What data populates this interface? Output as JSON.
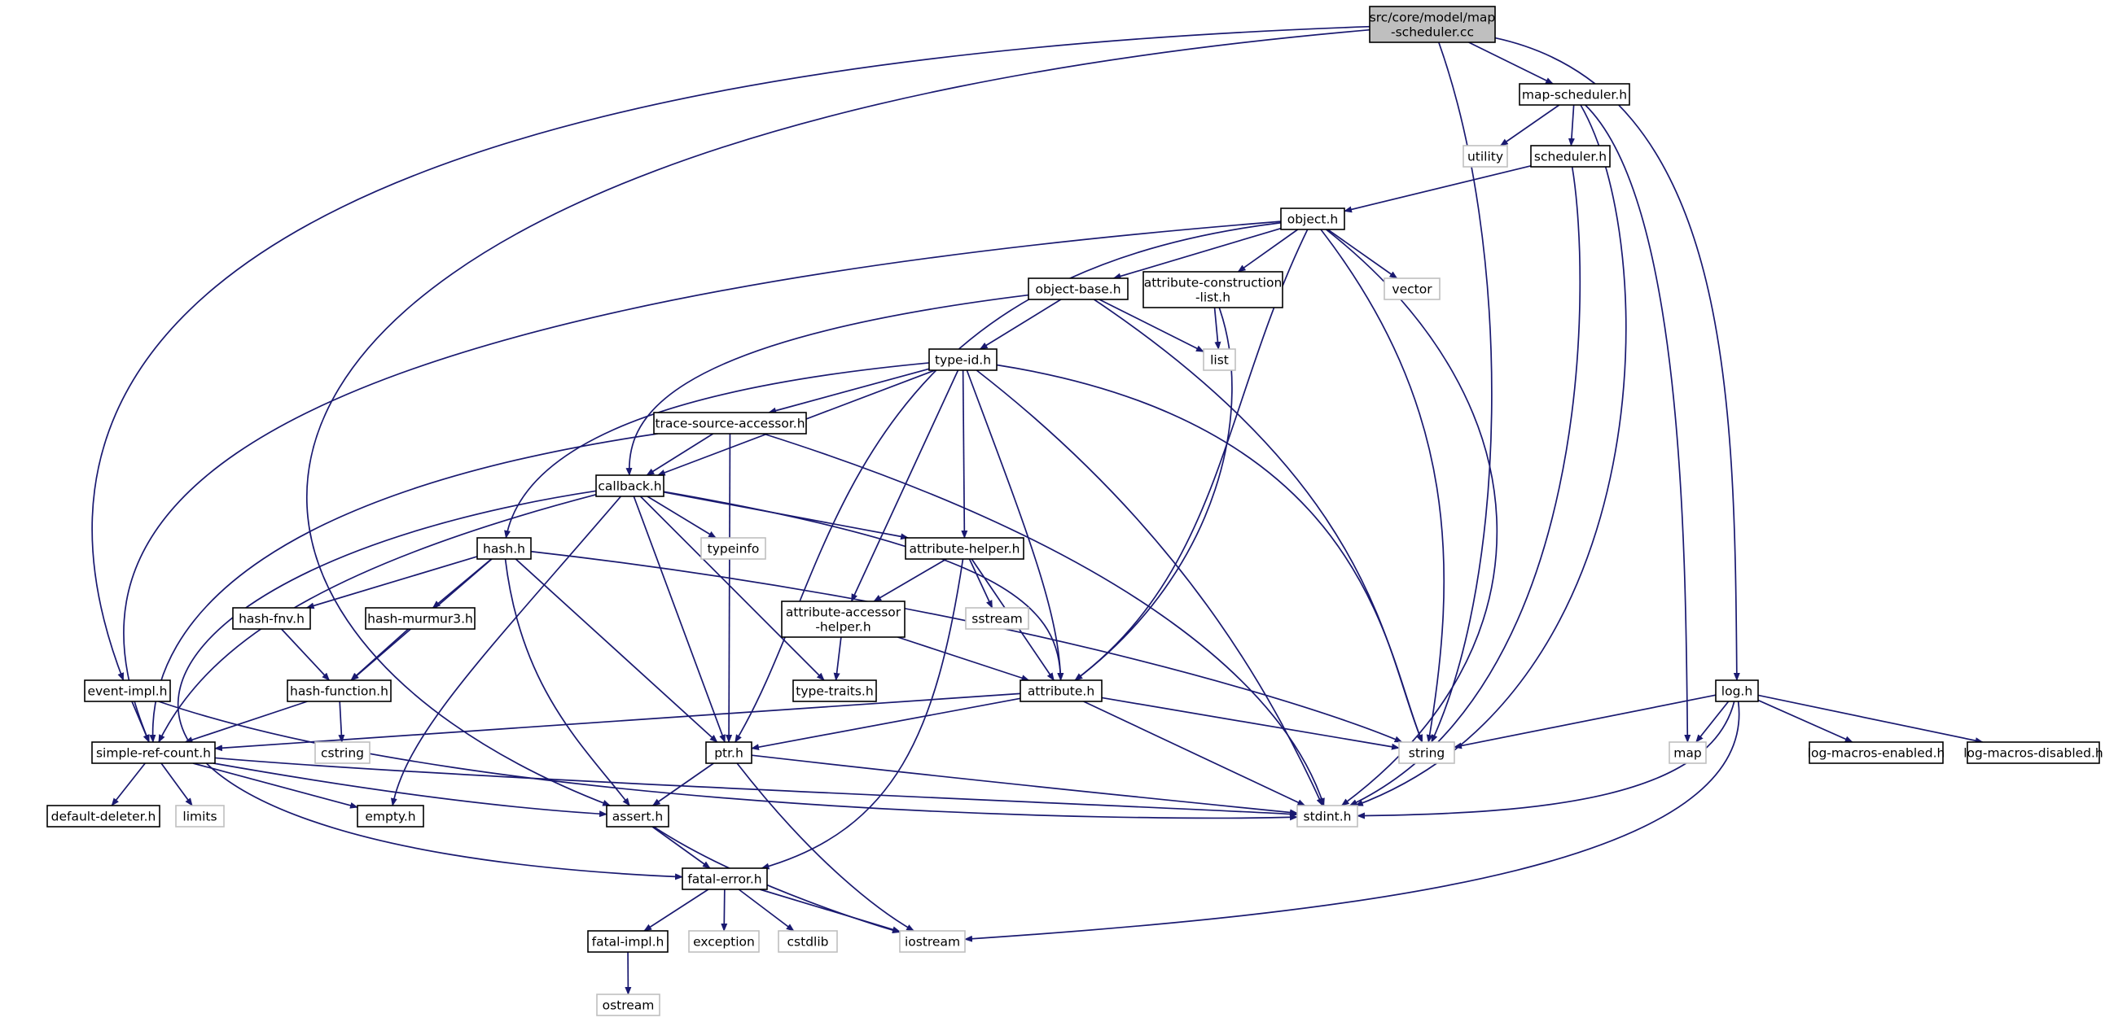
{
  "colors": {
    "edge": "#191970",
    "node_border": "#000000",
    "external_border": "#bfbfbf",
    "root_fill": "#bfbfbf",
    "node_fill": "#ffffff"
  },
  "nodes": [
    {
      "id": "root",
      "lines": [
        "src/core/model/map",
        "-scheduler.cc"
      ],
      "kind": "root"
    },
    {
      "id": "map_scheduler",
      "lines": [
        "map-scheduler.h"
      ],
      "kind": "file"
    },
    {
      "id": "utility",
      "lines": [
        "utility"
      ],
      "kind": "external"
    },
    {
      "id": "scheduler",
      "lines": [
        "scheduler.h"
      ],
      "kind": "file"
    },
    {
      "id": "object",
      "lines": [
        "object.h"
      ],
      "kind": "file"
    },
    {
      "id": "object_base",
      "lines": [
        "object-base.h"
      ],
      "kind": "file"
    },
    {
      "id": "attr_construction",
      "lines": [
        "attribute-construction",
        "-list.h"
      ],
      "kind": "file"
    },
    {
      "id": "vector",
      "lines": [
        "vector"
      ],
      "kind": "external"
    },
    {
      "id": "list",
      "lines": [
        "list"
      ],
      "kind": "external"
    },
    {
      "id": "type_id",
      "lines": [
        "type-id.h"
      ],
      "kind": "file"
    },
    {
      "id": "trace_source",
      "lines": [
        "trace-source-accessor.h"
      ],
      "kind": "file"
    },
    {
      "id": "callback",
      "lines": [
        "callback.h"
      ],
      "kind": "file"
    },
    {
      "id": "typeinfo",
      "lines": [
        "typeinfo"
      ],
      "kind": "external"
    },
    {
      "id": "hash",
      "lines": [
        "hash.h"
      ],
      "kind": "file"
    },
    {
      "id": "attr_helper",
      "lines": [
        "attribute-helper.h"
      ],
      "kind": "file"
    },
    {
      "id": "sstream",
      "lines": [
        "sstream"
      ],
      "kind": "external"
    },
    {
      "id": "hash_fnv",
      "lines": [
        "hash-fnv.h"
      ],
      "kind": "file"
    },
    {
      "id": "hash_murmur3",
      "lines": [
        "hash-murmur3.h"
      ],
      "kind": "file"
    },
    {
      "id": "attr_accessor",
      "lines": [
        "attribute-accessor",
        "-helper.h"
      ],
      "kind": "file"
    },
    {
      "id": "event_impl",
      "lines": [
        "event-impl.h"
      ],
      "kind": "file"
    },
    {
      "id": "hash_function",
      "lines": [
        "hash-function.h"
      ],
      "kind": "file"
    },
    {
      "id": "type_traits",
      "lines": [
        "type-traits.h"
      ],
      "kind": "file"
    },
    {
      "id": "attribute",
      "lines": [
        "attribute.h"
      ],
      "kind": "file"
    },
    {
      "id": "log",
      "lines": [
        "log.h"
      ],
      "kind": "file"
    },
    {
      "id": "simple_ref",
      "lines": [
        "simple-ref-count.h"
      ],
      "kind": "file"
    },
    {
      "id": "cstring",
      "lines": [
        "cstring"
      ],
      "kind": "external"
    },
    {
      "id": "ptr",
      "lines": [
        "ptr.h"
      ],
      "kind": "file"
    },
    {
      "id": "string",
      "lines": [
        "string"
      ],
      "kind": "external"
    },
    {
      "id": "map",
      "lines": [
        "map"
      ],
      "kind": "external"
    },
    {
      "id": "log_enabled",
      "lines": [
        "log-macros-enabled.h"
      ],
      "kind": "file"
    },
    {
      "id": "log_disabled",
      "lines": [
        "log-macros-disabled.h"
      ],
      "kind": "file"
    },
    {
      "id": "default_deleter",
      "lines": [
        "default-deleter.h"
      ],
      "kind": "file"
    },
    {
      "id": "limits",
      "lines": [
        "limits"
      ],
      "kind": "external"
    },
    {
      "id": "empty",
      "lines": [
        "empty.h"
      ],
      "kind": "file"
    },
    {
      "id": "assert",
      "lines": [
        "assert.h"
      ],
      "kind": "file"
    },
    {
      "id": "stdint",
      "lines": [
        "stdint.h"
      ],
      "kind": "external"
    },
    {
      "id": "fatal_error",
      "lines": [
        "fatal-error.h"
      ],
      "kind": "file"
    },
    {
      "id": "fatal_impl",
      "lines": [
        "fatal-impl.h"
      ],
      "kind": "file"
    },
    {
      "id": "exception",
      "lines": [
        "exception"
      ],
      "kind": "external"
    },
    {
      "id": "cstdlib",
      "lines": [
        "cstdlib"
      ],
      "kind": "external"
    },
    {
      "id": "iostream",
      "lines": [
        "iostream"
      ],
      "kind": "external"
    },
    {
      "id": "ostream",
      "lines": [
        "ostream"
      ],
      "kind": "external"
    }
  ],
  "edges": [
    {
      "from": "root",
      "to": "map_scheduler"
    },
    {
      "from": "root",
      "to": "event_impl"
    },
    {
      "from": "root",
      "to": "assert"
    },
    {
      "from": "root",
      "to": "string"
    },
    {
      "from": "root",
      "to": "log"
    },
    {
      "from": "map_scheduler",
      "to": "utility"
    },
    {
      "from": "map_scheduler",
      "to": "scheduler"
    },
    {
      "from": "map_scheduler",
      "to": "map"
    },
    {
      "from": "map_scheduler",
      "to": "stdint"
    },
    {
      "from": "scheduler",
      "to": "object"
    },
    {
      "from": "scheduler",
      "to": "stdint"
    },
    {
      "from": "object",
      "to": "object_base"
    },
    {
      "from": "object",
      "to": "attr_construction"
    },
    {
      "from": "object",
      "to": "vector"
    },
    {
      "from": "object",
      "to": "simple_ref"
    },
    {
      "from": "object",
      "to": "ptr"
    },
    {
      "from": "object",
      "to": "attribute"
    },
    {
      "from": "object",
      "to": "string"
    },
    {
      "from": "object",
      "to": "stdint"
    },
    {
      "from": "object_base",
      "to": "type_id"
    },
    {
      "from": "object_base",
      "to": "callback"
    },
    {
      "from": "object_base",
      "to": "list"
    },
    {
      "from": "object_base",
      "to": "string"
    },
    {
      "from": "attr_construction",
      "to": "list"
    },
    {
      "from": "attr_construction",
      "to": "attribute"
    },
    {
      "from": "type_id",
      "to": "trace_source"
    },
    {
      "from": "type_id",
      "to": "callback"
    },
    {
      "from": "type_id",
      "to": "hash"
    },
    {
      "from": "type_id",
      "to": "attr_helper"
    },
    {
      "from": "type_id",
      "to": "attr_accessor"
    },
    {
      "from": "type_id",
      "to": "attribute"
    },
    {
      "from": "type_id",
      "to": "string"
    },
    {
      "from": "type_id",
      "to": "stdint"
    },
    {
      "from": "trace_source",
      "to": "callback"
    },
    {
      "from": "trace_source",
      "to": "simple_ref"
    },
    {
      "from": "trace_source",
      "to": "ptr"
    },
    {
      "from": "trace_source",
      "to": "stdint"
    },
    {
      "from": "callback",
      "to": "typeinfo"
    },
    {
      "from": "callback",
      "to": "attr_helper"
    },
    {
      "from": "callback",
      "to": "type_traits"
    },
    {
      "from": "callback",
      "to": "attribute"
    },
    {
      "from": "callback",
      "to": "ptr"
    },
    {
      "from": "callback",
      "to": "simple_ref"
    },
    {
      "from": "callback",
      "to": "empty"
    },
    {
      "from": "callback",
      "to": "fatal_error"
    },
    {
      "from": "hash",
      "to": "hash_fnv"
    },
    {
      "from": "hash",
      "to": "hash_murmur3"
    },
    {
      "from": "hash",
      "to": "hash_function"
    },
    {
      "from": "hash",
      "to": "assert"
    },
    {
      "from": "hash",
      "to": "ptr"
    },
    {
      "from": "hash",
      "to": "string"
    },
    {
      "from": "attr_helper",
      "to": "attr_accessor"
    },
    {
      "from": "attr_helper",
      "to": "sstream"
    },
    {
      "from": "attr_helper",
      "to": "attribute"
    },
    {
      "from": "attr_helper",
      "to": "fatal_error"
    },
    {
      "from": "hash_fnv",
      "to": "hash_function"
    },
    {
      "from": "hash_murmur3",
      "to": "hash_function"
    },
    {
      "from": "hash_function",
      "to": "simple_ref"
    },
    {
      "from": "hash_function",
      "to": "cstring"
    },
    {
      "from": "attr_accessor",
      "to": "type_traits"
    },
    {
      "from": "attr_accessor",
      "to": "attribute"
    },
    {
      "from": "event_impl",
      "to": "simple_ref"
    },
    {
      "from": "event_impl",
      "to": "stdint"
    },
    {
      "from": "attribute",
      "to": "simple_ref"
    },
    {
      "from": "attribute",
      "to": "ptr"
    },
    {
      "from": "attribute",
      "to": "string"
    },
    {
      "from": "attribute",
      "to": "stdint"
    },
    {
      "from": "log",
      "to": "string"
    },
    {
      "from": "log",
      "to": "map"
    },
    {
      "from": "log",
      "to": "log_enabled"
    },
    {
      "from": "log",
      "to": "log_disabled"
    },
    {
      "from": "log",
      "to": "stdint"
    },
    {
      "from": "log",
      "to": "iostream"
    },
    {
      "from": "simple_ref",
      "to": "default_deleter"
    },
    {
      "from": "simple_ref",
      "to": "limits"
    },
    {
      "from": "simple_ref",
      "to": "empty"
    },
    {
      "from": "simple_ref",
      "to": "assert"
    },
    {
      "from": "simple_ref",
      "to": "stdint"
    },
    {
      "from": "ptr",
      "to": "assert"
    },
    {
      "from": "ptr",
      "to": "iostream"
    },
    {
      "from": "ptr",
      "to": "stdint"
    },
    {
      "from": "assert",
      "to": "fatal_error"
    },
    {
      "from": "assert",
      "to": "iostream"
    },
    {
      "from": "fatal_error",
      "to": "fatal_impl"
    },
    {
      "from": "fatal_error",
      "to": "exception"
    },
    {
      "from": "fatal_error",
      "to": "cstdlib"
    },
    {
      "from": "fatal_error",
      "to": "iostream"
    },
    {
      "from": "fatal_impl",
      "to": "ostream"
    }
  ]
}
